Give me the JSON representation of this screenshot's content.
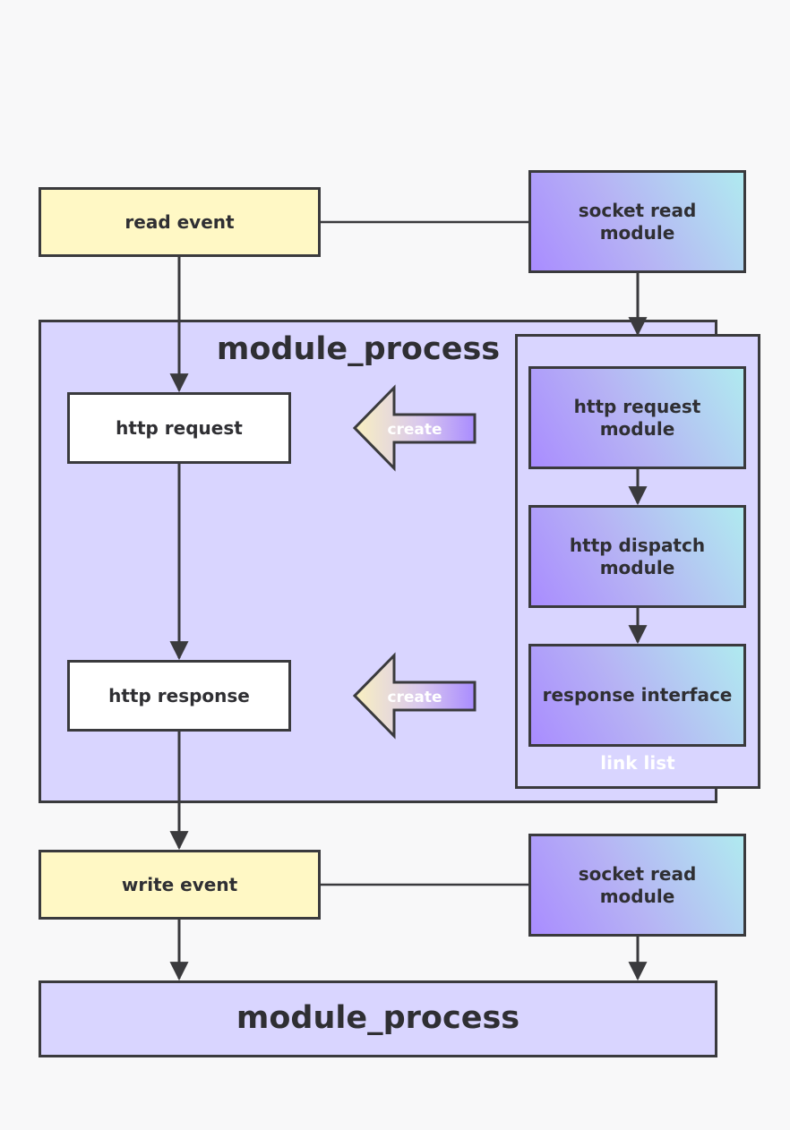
{
  "nodes": {
    "read_event": "read event",
    "socket_read_top": "socket read module",
    "module_process_top": "module_process",
    "http_request": "http request",
    "http_response": "http response",
    "create_1": "create",
    "create_2": "create",
    "http_request_module": "http request module",
    "http_dispatch_module": "http dispatch module",
    "response_interface": "response interface",
    "link_list": "link list",
    "write_event": "write event",
    "socket_read_bottom": "socket read module",
    "module_process_bottom": "module_process"
  },
  "colors": {
    "event_fill": "#fff8c5",
    "panel_fill": "#d9d5ff",
    "module_gradient_start": "#a98cff",
    "module_gradient_end": "#b0eaf0",
    "stroke": "#3a3a3d"
  }
}
